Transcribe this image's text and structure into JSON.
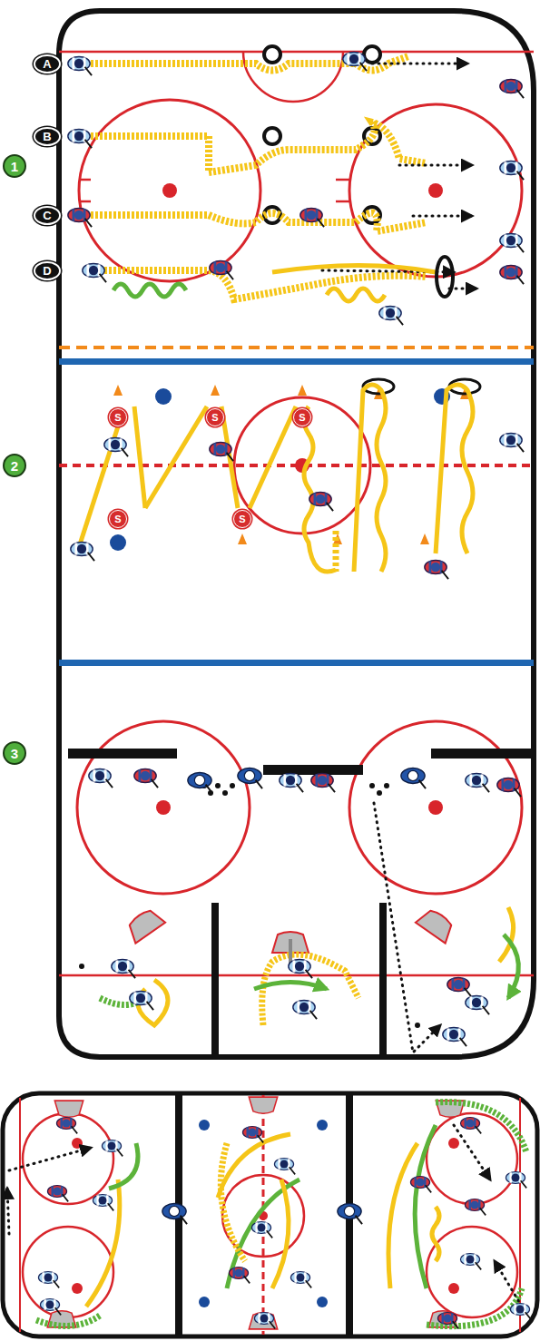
{
  "diagram": {
    "nodes": [
      {
        "text": [
          "A"
        ]
      },
      {
        "text": [
          "B"
        ]
      },
      {
        "text": [
          "1"
        ]
      },
      {
        "text": [
          "C"
        ]
      },
      {
        "text": [
          "D"
        ]
      },
      {
        "text": [
          "S"
        ]
      },
      {
        "text": [
          "S"
        ]
      },
      {
        "text": [
          "S"
        ]
      },
      {
        "text": [
          "2"
        ]
      },
      {
        "text": [
          "S"
        ]
      },
      {
        "text": [
          "S"
        ]
      },
      {
        "text": [
          "3"
        ]
      }
    ]
  }
}
